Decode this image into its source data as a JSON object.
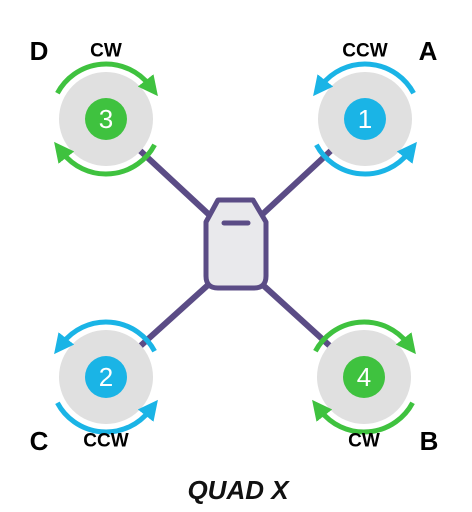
{
  "diagram": {
    "title": "QUAD X",
    "colors": {
      "arm": "#5b4c86",
      "disc": "#e0e0e0",
      "frame_fill": "#e9e9ec",
      "ccw": "#1ab4e6",
      "cw": "#3fc23f",
      "corner_label": "#e8141c"
    },
    "motors": [
      {
        "id": "A",
        "number": "1",
        "direction": "CCW"
      },
      {
        "id": "B",
        "number": "4",
        "direction": "CW"
      },
      {
        "id": "C",
        "number": "2",
        "direction": "CCW"
      },
      {
        "id": "D",
        "number": "3",
        "direction": "CW"
      }
    ]
  }
}
